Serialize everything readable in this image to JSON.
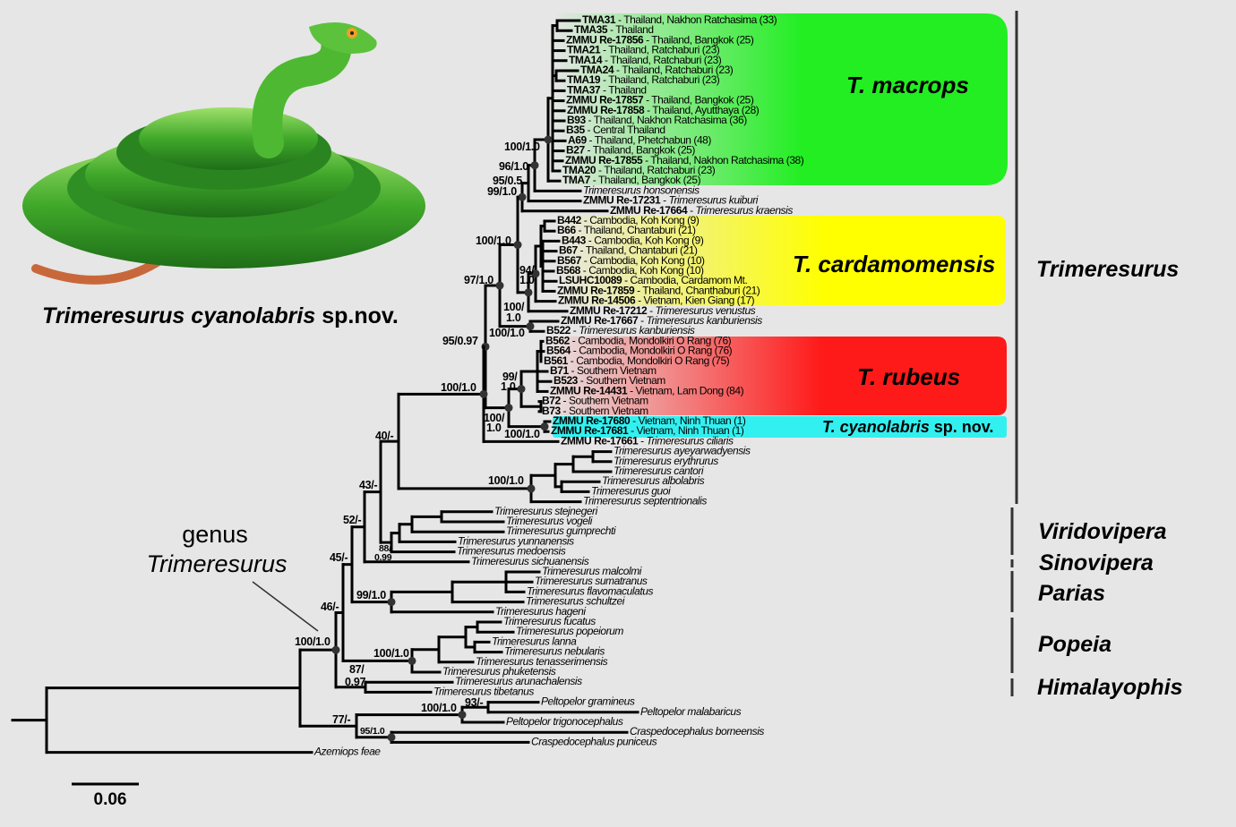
{
  "figure": {
    "photo_caption": {
      "species": "Trimeresurus cyanolabris",
      "suffix": " sp.nov."
    },
    "genus_note": {
      "line1": "genus",
      "line2": "Trimeresurus"
    },
    "scale_bar": "0.06",
    "colors": {
      "macrops": "#22ee22",
      "cardamomensis": "#ffff00",
      "rubeus": "#ff1a1a",
      "cyanolabris": "#33f0f0"
    }
  },
  "clades": {
    "macrops": "T. macrops",
    "cardamomensis": "T. cardamomensis",
    "rubeus": "T. rubeus",
    "cyanolabris": {
      "name": "T. cyanolabris",
      "suffix": " sp. nov."
    }
  },
  "genera": [
    "Trimeresurus",
    "Viridovipera",
    "Sinovipera",
    "Parias",
    "Popeia",
    "Himalayophis"
  ],
  "leaves": [
    [
      "TMA31",
      " - Thailand, Nakhon Ratchasima (33)",
      "loc"
    ],
    [
      "TMA35",
      " - Thailand",
      "loc"
    ],
    [
      "ZMMU Re-17856",
      " - Thailand, Bangkok (25)",
      "loc"
    ],
    [
      "TMA21",
      " - Thailand, Ratchaburi (23)",
      "loc"
    ],
    [
      "TMA14",
      " - Thailand, Ratchaburi (23)",
      "loc"
    ],
    [
      "TMA24",
      " - Thailand, Ratchaburi (23)",
      "loc"
    ],
    [
      "TMA19",
      " - Thailand, Ratchaburi (23)",
      "loc"
    ],
    [
      "TMA37",
      " - Thailand",
      "loc"
    ],
    [
      "ZMMU Re-17857",
      " - Thailand, Bangkok (25)",
      "loc"
    ],
    [
      "ZMMU Re-17858",
      " - Thailand, Ayutthaya (28)",
      "loc"
    ],
    [
      "B93",
      " - Thailand, Nakhon Ratchasima (36)",
      "loc"
    ],
    [
      "B35",
      " - Central Thailand",
      "loc"
    ],
    [
      "A69",
      " - Thailand, Phetchabun (48)",
      "loc"
    ],
    [
      "B27",
      " - Thailand, Bangkok (25)",
      "loc"
    ],
    [
      "ZMMU Re-17855",
      " - Thailand, Nakhon Ratchasima (38)",
      "loc"
    ],
    [
      "TMA20",
      " - Thailand, Ratchaburi (23)",
      "loc"
    ],
    [
      "TMA7",
      " - Thailand, Bangkok (25)",
      "loc"
    ],
    [
      "",
      "Trimeresurus honsonensis",
      "sp"
    ],
    [
      "ZMMU Re-17231",
      " - Trimeresurus kuiburi",
      "sp"
    ],
    [
      "ZMMU Re-17664",
      " - Trimeresurus kraensis",
      "sp"
    ],
    [
      "B442",
      " - Cambodia, Koh Kong (9)",
      "loc"
    ],
    [
      "B66",
      " - Thailand, Chantaburi (21)",
      "loc"
    ],
    [
      "B443",
      " - Cambodia, Koh Kong (9)",
      "loc"
    ],
    [
      "B67",
      " - Thailand, Chantaburi (21)",
      "loc"
    ],
    [
      "B567",
      " - Cambodia, Koh Kong (10)",
      "loc"
    ],
    [
      "B568",
      " - Cambodia, Koh Kong (10)",
      "loc"
    ],
    [
      "LSUHC10089",
      " - Cambodia, Cardamom Mt.",
      "loc"
    ],
    [
      "ZMMU Re-17859",
      " - Thailand, Chanthaburi (21)",
      "loc"
    ],
    [
      "ZMMU Re-14506",
      " - Vietnam, Kien Giang (17)",
      "loc"
    ],
    [
      "ZMMU Re-17212",
      " - Trimeresurus venustus",
      "sp"
    ],
    [
      "ZMMU Re-17667",
      " - Trimeresurus kanburiensis",
      "sp"
    ],
    [
      "B522",
      " - Trimeresurus kanburiensis",
      "sp"
    ],
    [
      "B562",
      " - Cambodia, Mondolkiri O Rang (76)",
      "loc"
    ],
    [
      "B564",
      " - Cambodia, Mondolkiri O Rang (76)",
      "loc"
    ],
    [
      "B561",
      " - Cambodia, Mondolkiri O Rang (75)",
      "loc"
    ],
    [
      "B71",
      " - Southern Vietnam",
      "loc"
    ],
    [
      "B523",
      " - Southern Vietnam",
      "loc"
    ],
    [
      "ZMMU Re-14431",
      " - Vietnam, Lam Dong (84)",
      "loc"
    ],
    [
      "B72",
      " - Southern Vietnam",
      "loc"
    ],
    [
      "B73",
      " - Southern Vietnam",
      "loc"
    ],
    [
      "ZMMU Re-17680",
      " - Vietnam, Ninh Thuan (1)",
      "loc"
    ],
    [
      "ZMMU Re-17681",
      " - Vietnam, Ninh Thuan (1)",
      "loc"
    ],
    [
      "ZMMU Re-17661",
      " - Trimeresurus ciliaris",
      "sp"
    ],
    [
      "",
      "Trimeresurus ayeyarwadyensis",
      "sp"
    ],
    [
      "",
      "Trimeresurus erythrurus",
      "sp"
    ],
    [
      "",
      "Trimeresurus cantori",
      "sp"
    ],
    [
      "",
      "Trimeresurus albolabris",
      "sp"
    ],
    [
      "",
      "Trimeresurus guoi",
      "sp"
    ],
    [
      "",
      "Trimeresurus septentrionalis",
      "sp"
    ],
    [
      "",
      "Trimeresurus stejnegeri",
      "sp"
    ],
    [
      "",
      "Trimeresurus vogeli",
      "sp"
    ],
    [
      "",
      "Trimeresurus gumprechti",
      "sp"
    ],
    [
      "",
      "Trimeresurus yunnanensis",
      "sp"
    ],
    [
      "",
      "Trimeresurus medoensis",
      "sp"
    ],
    [
      "",
      "Trimeresurus sichuanensis",
      "sp"
    ],
    [
      "",
      "Trimeresurus malcolmi",
      "sp"
    ],
    [
      "",
      "Trimeresurus sumatranus",
      "sp"
    ],
    [
      "",
      "Trimeresurus flavomaculatus",
      "sp"
    ],
    [
      "",
      "Trimeresurus schultzei",
      "sp"
    ],
    [
      "",
      "Trimeresurus hageni",
      "sp"
    ],
    [
      "",
      "Trimeresurus fucatus",
      "sp"
    ],
    [
      "",
      "Trimeresurus popeiorum",
      "sp"
    ],
    [
      "",
      "Trimeresurus lanna",
      "sp"
    ],
    [
      "",
      "Trimeresurus nebularis",
      "sp"
    ],
    [
      "",
      "Trimeresurus tenasserimensis",
      "sp"
    ],
    [
      "",
      "Trimeresurus phuketensis",
      "sp"
    ],
    [
      "",
      "Trimeresurus arunachalensis",
      "sp"
    ],
    [
      "",
      "Trimeresurus tibetanus",
      "sp"
    ],
    [
      "",
      "Peltopelor gramineus",
      "sp"
    ],
    [
      "",
      "Peltopelor malabaricus",
      "sp"
    ],
    [
      "",
      "Peltopelor trigonocephalus",
      "sp"
    ],
    [
      "",
      "Craspedocephalus borneensis",
      "sp"
    ],
    [
      "",
      "Craspedocephalus puniceus",
      "sp"
    ],
    [
      "",
      "Azemiops feae",
      "sp"
    ]
  ],
  "support_values": [
    "100/1.0",
    "96/1.0",
    "95/0.5",
    "99/1.0",
    "100/1.0",
    "97/1.0",
    "94/",
    "1.0",
    "100/",
    "1.0",
    "100/1.0",
    "95/0.97",
    "99/",
    "1.0",
    "100/1.0",
    "100/",
    "1.0",
    "100/1.0",
    "40/-",
    "100/1.0",
    "43/-",
    "52/-",
    "88/",
    "0.99",
    "45/-",
    "99/1.0",
    "46/-",
    "100/1.0",
    "100/1.0",
    "87/",
    "0.97",
    "93/-",
    "100/1.0",
    "77/-",
    "95/1.0"
  ]
}
